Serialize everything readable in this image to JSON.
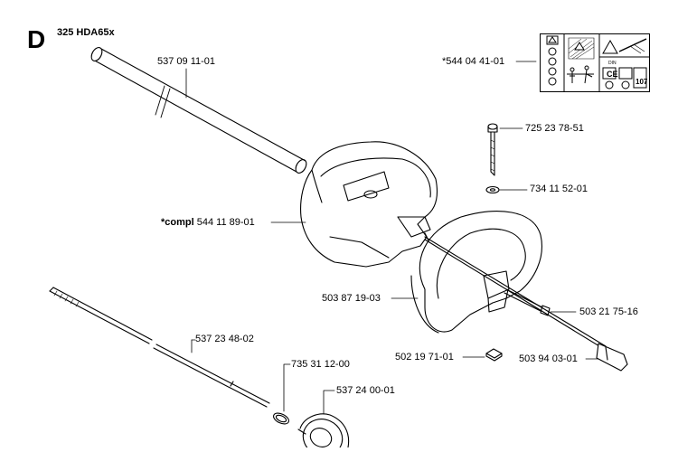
{
  "section": "D",
  "model": "325 HDA65x",
  "parts": {
    "tube": "537 09 11-01",
    "decal": "*544 04 41-01",
    "bolt": "725 23 78-51",
    "washer": "734 11 52-01",
    "guard_prefix": "*compl",
    "guard_number": "544 11 89-01",
    "handle": "503 87 19-03",
    "screw": "503 21 75-16",
    "nut": "502 19 71-01",
    "cable": "503 94 03-01",
    "shaft": "537 23 48-02",
    "ring": "735 31 12-00",
    "clutch_drum": "537 24 00-01"
  }
}
